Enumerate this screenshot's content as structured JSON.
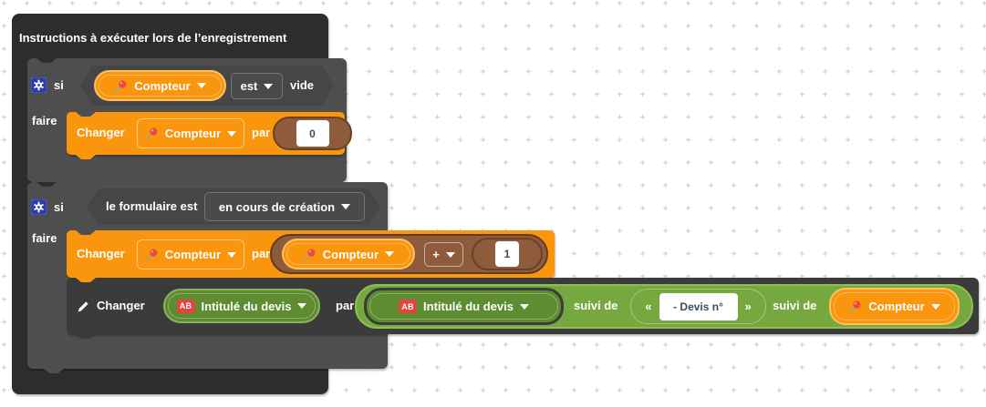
{
  "colors": {
    "grid": "#c9c9c9",
    "container": "#2d2d2d",
    "gray_block": "#4e4e4e",
    "dark_block": "#3b3b3b",
    "orange": "#f9960d",
    "orange_ring": "#ffc061",
    "brown": "#8e5b3d",
    "green_block": "#76a83f",
    "green_pill": "#5d8c31",
    "badge_red": "#e4443a",
    "gear_blue": "#2d3cad"
  },
  "container": {
    "title": "Instructions à exécuter lors de l’enregistrement"
  },
  "if1": {
    "si": "si",
    "faire": "faire",
    "variable": "Compteur",
    "operator": "est",
    "operand": "vide"
  },
  "set1": {
    "changer": "Changer",
    "variable": "Compteur",
    "par": "par",
    "value": "0"
  },
  "if2": {
    "si": "si",
    "faire": "faire",
    "label": "le formulaire est",
    "state": "en cours de création"
  },
  "set2": {
    "changer": "Changer",
    "variable": "Compteur",
    "par": "par",
    "expr_variable": "Compteur",
    "operator": "+",
    "value": "1"
  },
  "set3": {
    "changer": "Changer",
    "variable": "Intitulé du devis",
    "par": "par",
    "expr_variable": "Intitulé du devis",
    "suivi1": "suivi de",
    "open_quote": "«",
    "text": "- Devis n°",
    "close_quote": "»",
    "suivi2": "suivi de",
    "counter": "Compteur"
  },
  "badges": {
    "ab": "AB"
  }
}
